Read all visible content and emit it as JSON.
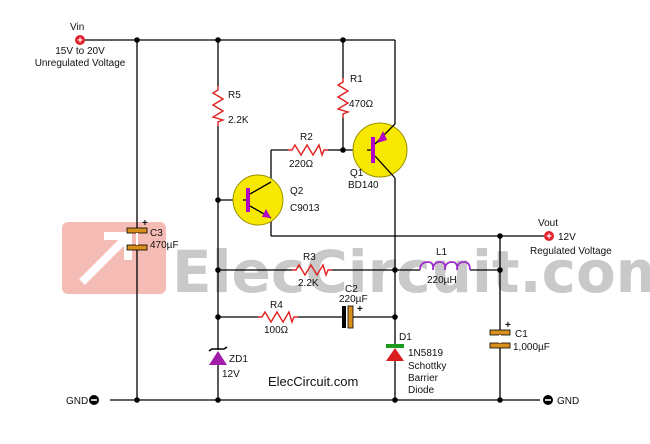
{
  "watermark": "ElecCircuit.com",
  "site": "ElecCircuit.com",
  "colors": {
    "terminal": "#e0202a",
    "transistor": "#f6e800",
    "resistor": "#e02020",
    "capacitor_plate": "#d8901c",
    "inductor": "#9b30c8",
    "zener": "#a01da8",
    "diode_schottky": "#d81e1e",
    "watermark_icon": "#f2a49c"
  },
  "labels": {
    "vin": "Vin",
    "vin_range": "15V to 20V",
    "vin_desc": "Unregulated Voltage",
    "vout": "Vout",
    "vout_value": "12V",
    "vout_desc": "Regulated Voltage",
    "gnd_left": "GND",
    "gnd_right": "GND",
    "r1_name": "R1",
    "r1_value": "470Ω",
    "r2_name": "R2",
    "r2_value": "220Ω",
    "r3_name": "R3",
    "r3_value": "2.2K",
    "r4_name": "R4",
    "r4_value": "100Ω",
    "r5_name": "R5",
    "r5_value": "2.2K",
    "q1_name": "Q1",
    "q1_part": "BD140",
    "q2_name": "Q2",
    "q2_part": "C9013",
    "c1_name": "C1",
    "c1_value": "1,000µF",
    "c2_name": "C2",
    "c2_value": "220µF",
    "c3_name": "C3",
    "c3_value": "470µF",
    "l1_name": "L1",
    "l1_value": "220µH",
    "zd1_name": "ZD1",
    "zd1_value": "12V",
    "d1_name": "D1",
    "d1_part": "1N5819",
    "d1_line2": "Schottky",
    "d1_line3": "Barrier",
    "d1_line4": "Diode",
    "plus": "+"
  }
}
